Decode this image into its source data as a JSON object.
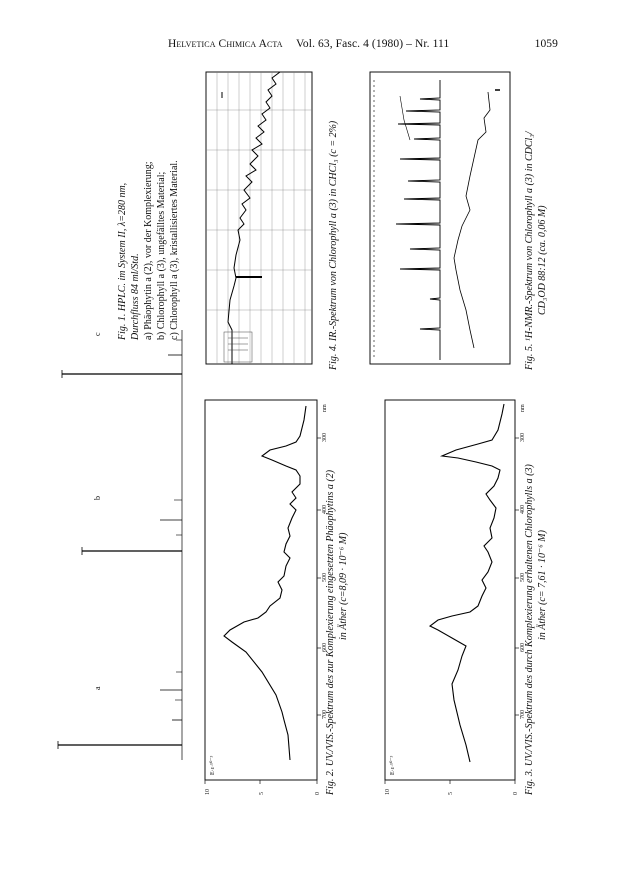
{
  "header": {
    "journal": "Helvetica Chimica Acta",
    "issue": "Vol. 63, Fasc. 4 (1980) – Nr. 111",
    "page": "1059"
  },
  "fig1": {
    "caption_title": "Fig. 1. HPLC. im System II, λ=280 nm,",
    "caption_flow": "Durchfluss 84 ml/Std.",
    "item_a": "a) Phäophytin a (2), vor der Komplexierung;",
    "item_b": "b) Chlorophyll a (3), ungefälltes Material;",
    "item_c": "c) Chlorophyll a (3), kristallisiertes Material.",
    "panel_labels": [
      "a",
      "b",
      "c"
    ]
  },
  "fig2": {
    "caption_line1": "Fig. 2. UV./VIS.-Spektrum des zur Komplexierung eingesetzten Phäophytins a (2)",
    "caption_line2": "in Äther (c=8,09 · 10⁻⁶ M)",
    "unit_label": "E·ε·¹⁰⁻³",
    "x_ticks": [
      "300",
      "400",
      "500",
      "600",
      "700",
      "nm"
    ],
    "y_ticks": [
      "10",
      "5",
      "0"
    ]
  },
  "fig3": {
    "caption_line1": "Fig. 3. UV./VIS.-Spektrum des durch Komplexierung erhaltenen Chlorophylls a (3)",
    "caption_line2": "in Äther (c= 7,61 · 10⁻⁶ M)",
    "unit_label": "E·ε·¹⁰⁻³",
    "x_ticks": [
      "300",
      "400",
      "500",
      "600",
      "700",
      "nm"
    ],
    "y_ticks": [
      "10",
      "5",
      "0"
    ]
  },
  "fig4": {
    "caption": "Fig. 4. IR.-Spektrum von Chlorophyll a (3) in CHCl₃ (c = 2%)"
  },
  "fig5": {
    "caption_line1": "Fig. 5. ¹H-NMR.-Spektrum von Chlorophyll a (3) in CDCl₃/",
    "caption_line2": "CD₃OD 88:12 (ca. 0,06 M)"
  }
}
